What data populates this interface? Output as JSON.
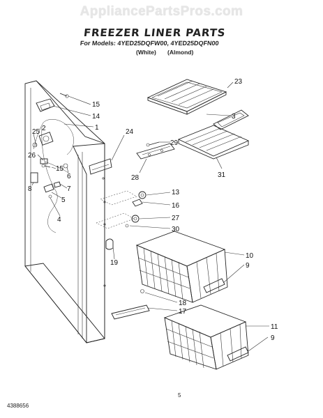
{
  "header": {
    "site": "AppliancePartsPros.com"
  },
  "doc": {
    "title": "FREEZER LINER PARTS",
    "models": "For Models: 4YED25DQFW00, 4YED25DQFN00",
    "variant_white": "(White)",
    "variant_almond": "(Almond)",
    "page_number": "5",
    "doc_number": "4388656"
  },
  "callouts": {
    "c1": "1",
    "c2": "2",
    "c3": "3",
    "c4": "4",
    "c5": "5",
    "c6": "6",
    "c7": "7",
    "c8": "8",
    "c9a": "9",
    "c9b": "9",
    "c10": "10",
    "c11": "11",
    "c13": "13",
    "c14": "14",
    "c15a": "15",
    "c15b": "15",
    "c16": "16",
    "c17": "17",
    "c18": "18",
    "c19": "19",
    "c23": "23",
    "c24": "24",
    "c25": "25",
    "c26": "26",
    "c27": "27",
    "c28": "28",
    "c29": "29",
    "c30": "30",
    "c31": "31"
  }
}
